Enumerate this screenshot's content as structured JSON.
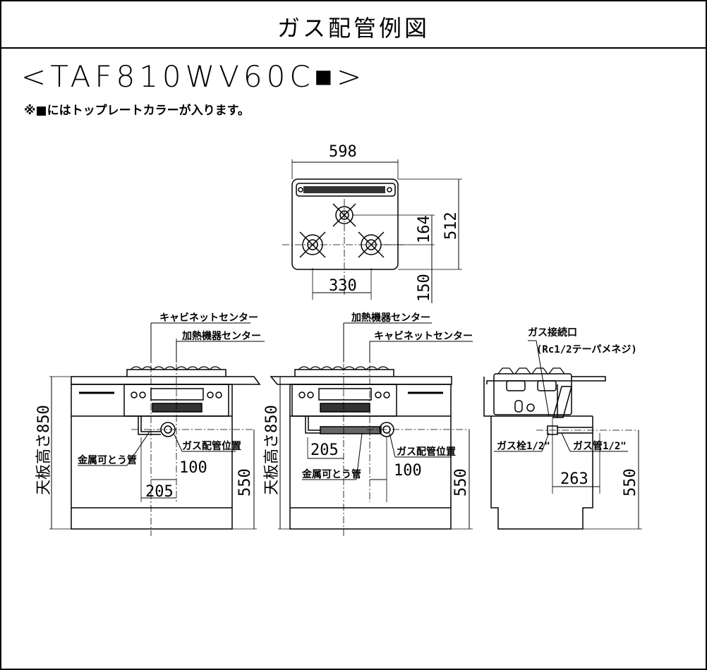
{
  "title": "ガス配管例図",
  "model": "<TAF810WV60C■>",
  "note": "※■にはトップレートカラーが入ります。",
  "top_view": {
    "width": "598",
    "depth": "512",
    "burner_offset": "164",
    "burner_spacing": "330",
    "front_offset": "150"
  },
  "left_view": {
    "cabinet_center": "キャビネットセンター",
    "heater_center": "加熱機器センター",
    "height_label": "天板高さ850",
    "flex_pipe": "金属可とう管",
    "gas_position": "ガス配管位置",
    "dim_100": "100",
    "dim_205": "205",
    "dim_550": "550"
  },
  "middle_view": {
    "heater_center": "加熱機器センター",
    "cabinet_center": "キャビネットセンター",
    "height_label": "天板高さ850",
    "flex_pipe": "金属可とう管",
    "gas_position": "ガス配管位置",
    "dim_100": "100",
    "dim_205": "205",
    "dim_550": "550"
  },
  "side_view": {
    "gas_inlet": "ガス接続口",
    "thread": "(Rc1/2テーパメネジ)",
    "gas_cock": "ガス栓1/2\"",
    "gas_pipe": "ガス管1/2\"",
    "dim_263": "263",
    "dim_550": "550"
  }
}
